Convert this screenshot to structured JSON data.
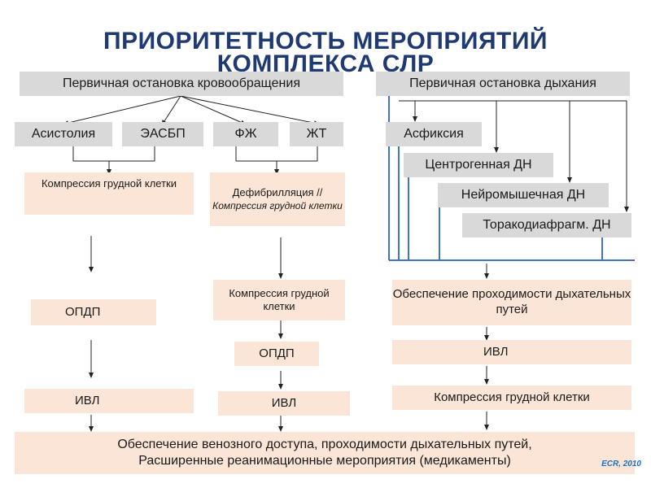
{
  "title": {
    "line1": "ПРИОРИТЕТНОСТЬ МЕРОПРИЯТИЙ",
    "line2": "КОМПЛЕКСА СЛР"
  },
  "left": {
    "header": "Первичная остановка кровообращения",
    "rhythms": [
      "Асистолия",
      "ЭАСБП",
      "ФЖ",
      "ЖТ"
    ],
    "nonshock": {
      "compression": "Компрессия грудной клетки",
      "airway": "ОПДП",
      "ventilation": "ИВЛ"
    },
    "shock": {
      "defib_main": "Дефибрилляция //",
      "defib_sub": "Компрессия грудной клетки",
      "compression": "Компрессия грудной клетки",
      "airway": "ОПДП",
      "ventilation": "ИВЛ"
    }
  },
  "right": {
    "header": "Первичная остановка дыхания",
    "causes": [
      "Асфиксия",
      "Центрогенная ДН",
      "Нейромышечная ДН",
      "Торакодиафрагм. ДН"
    ],
    "airway": "Обеспечение проходимости дыхательных путей",
    "ventilation": "ИВЛ",
    "compression": "Компрессия грудной клетки"
  },
  "bottom": {
    "line1": "Обеспечение венозного доступа, проходимости дыхательных путей,",
    "line2": "Расширенные реанимационные мероприятия (медикаменты)"
  },
  "source": "ECR, 2010",
  "colors": {
    "title": "#1f3a72",
    "gray_box": "#d9d9d9",
    "peach_box": "#fbe5d6",
    "blue_line": "#4472c4",
    "source": "#1f6fc0"
  }
}
